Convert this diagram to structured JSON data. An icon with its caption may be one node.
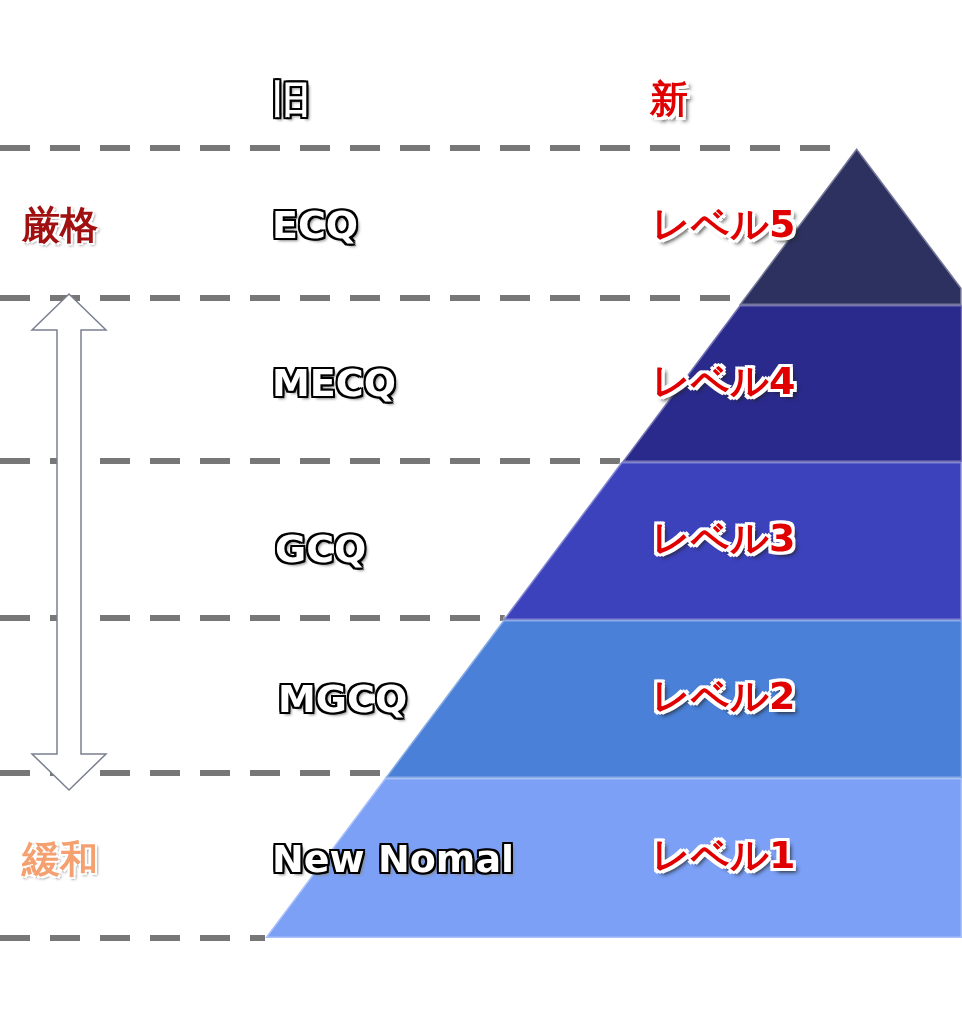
{
  "diagram": {
    "nodes": [
      {
        "text": [
          "厳格"
        ]
      },
      {
        "text": [
          "緩和"
        ]
      },
      {
        "text": [
          "レベル5"
        ]
      },
      {
        "text": [
          "レベル4"
        ]
      },
      {
        "text": [
          "レベル3"
        ]
      },
      {
        "text": [
          "レベル2"
        ]
      },
      {
        "text": [
          "レベル1"
        ]
      }
    ],
    "edges": [
      {
        "from": 0,
        "to": 1,
        "arrow": "both"
      }
    ],
    "labels": [
      "旧",
      "新",
      "ECQ",
      "MECQ",
      "GCQ",
      "MGCQ",
      "New Nomal"
    ]
  }
}
